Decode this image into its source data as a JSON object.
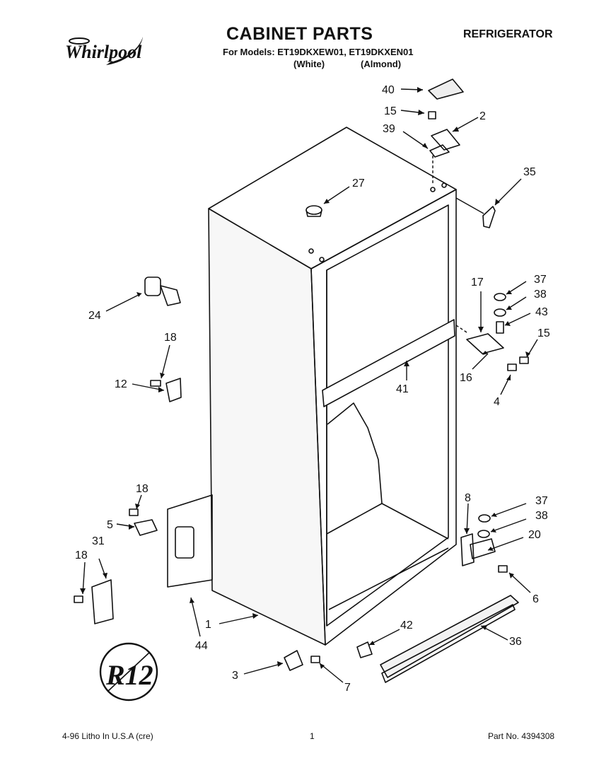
{
  "header": {
    "title": "CABINET PARTS",
    "category": "REFRIGERATOR",
    "models_line": "For Models: ET19DKXEW01, ET19DKXEN01",
    "variants": [
      "(White)",
      "(Almond)"
    ],
    "brand": "Whirlpool"
  },
  "footer": {
    "left": "4-96 Litho In U.S.A (cre)",
    "page": "1",
    "part_no": "Part No. 4394308"
  },
  "callouts": [
    "40",
    "15",
    "2",
    "39",
    "35",
    "27",
    "24",
    "17",
    "37",
    "38",
    "43",
    "15",
    "18",
    "12",
    "16",
    "4",
    "41",
    "18",
    "5",
    "8",
    "37",
    "38",
    "20",
    "18",
    "31",
    "6",
    "1",
    "44",
    "42",
    "36",
    "3",
    "7"
  ],
  "stamp": "R12",
  "colors": {
    "ink": "#111111",
    "paper": "#ffffff"
  }
}
